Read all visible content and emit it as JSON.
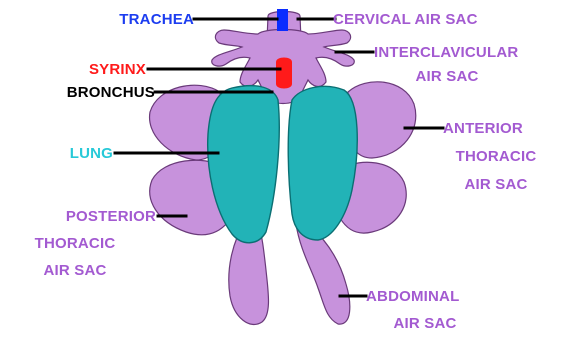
{
  "colors": {
    "air_sac_fill": "#c792dc",
    "lung_fill": "#22b3b7",
    "trachea_fill": "#0a2cff",
    "syrinx_fill": "#ff1a1a",
    "air_sac_label": "#a35ad1",
    "lung_label": "#27c9d8",
    "trachea_label": "#1c3df0",
    "syrinx_label": "#ff1a1a",
    "bronchus_label": "#000000",
    "leader": "#000000"
  },
  "labels": {
    "trachea": "TRACHEA",
    "cervical_air_sac": "CERVICAL AIR SAC",
    "interclavicular_air_sac": [
      "INTERCLAVICULAR",
      "AIR SAC"
    ],
    "syrinx": "SYRINX",
    "bronchus": "BRONCHUS",
    "lung": "LUNG",
    "anterior_thoracic_air_sac": [
      "ANTERIOR",
      "THORACIC",
      "AIR SAC"
    ],
    "posterior_thoracic_air_sac": [
      "POSTERIOR",
      "THORACIC",
      "AIR SAC"
    ],
    "abdominal_air_sac": [
      "ABDOMINAL",
      "AIR SAC"
    ]
  }
}
